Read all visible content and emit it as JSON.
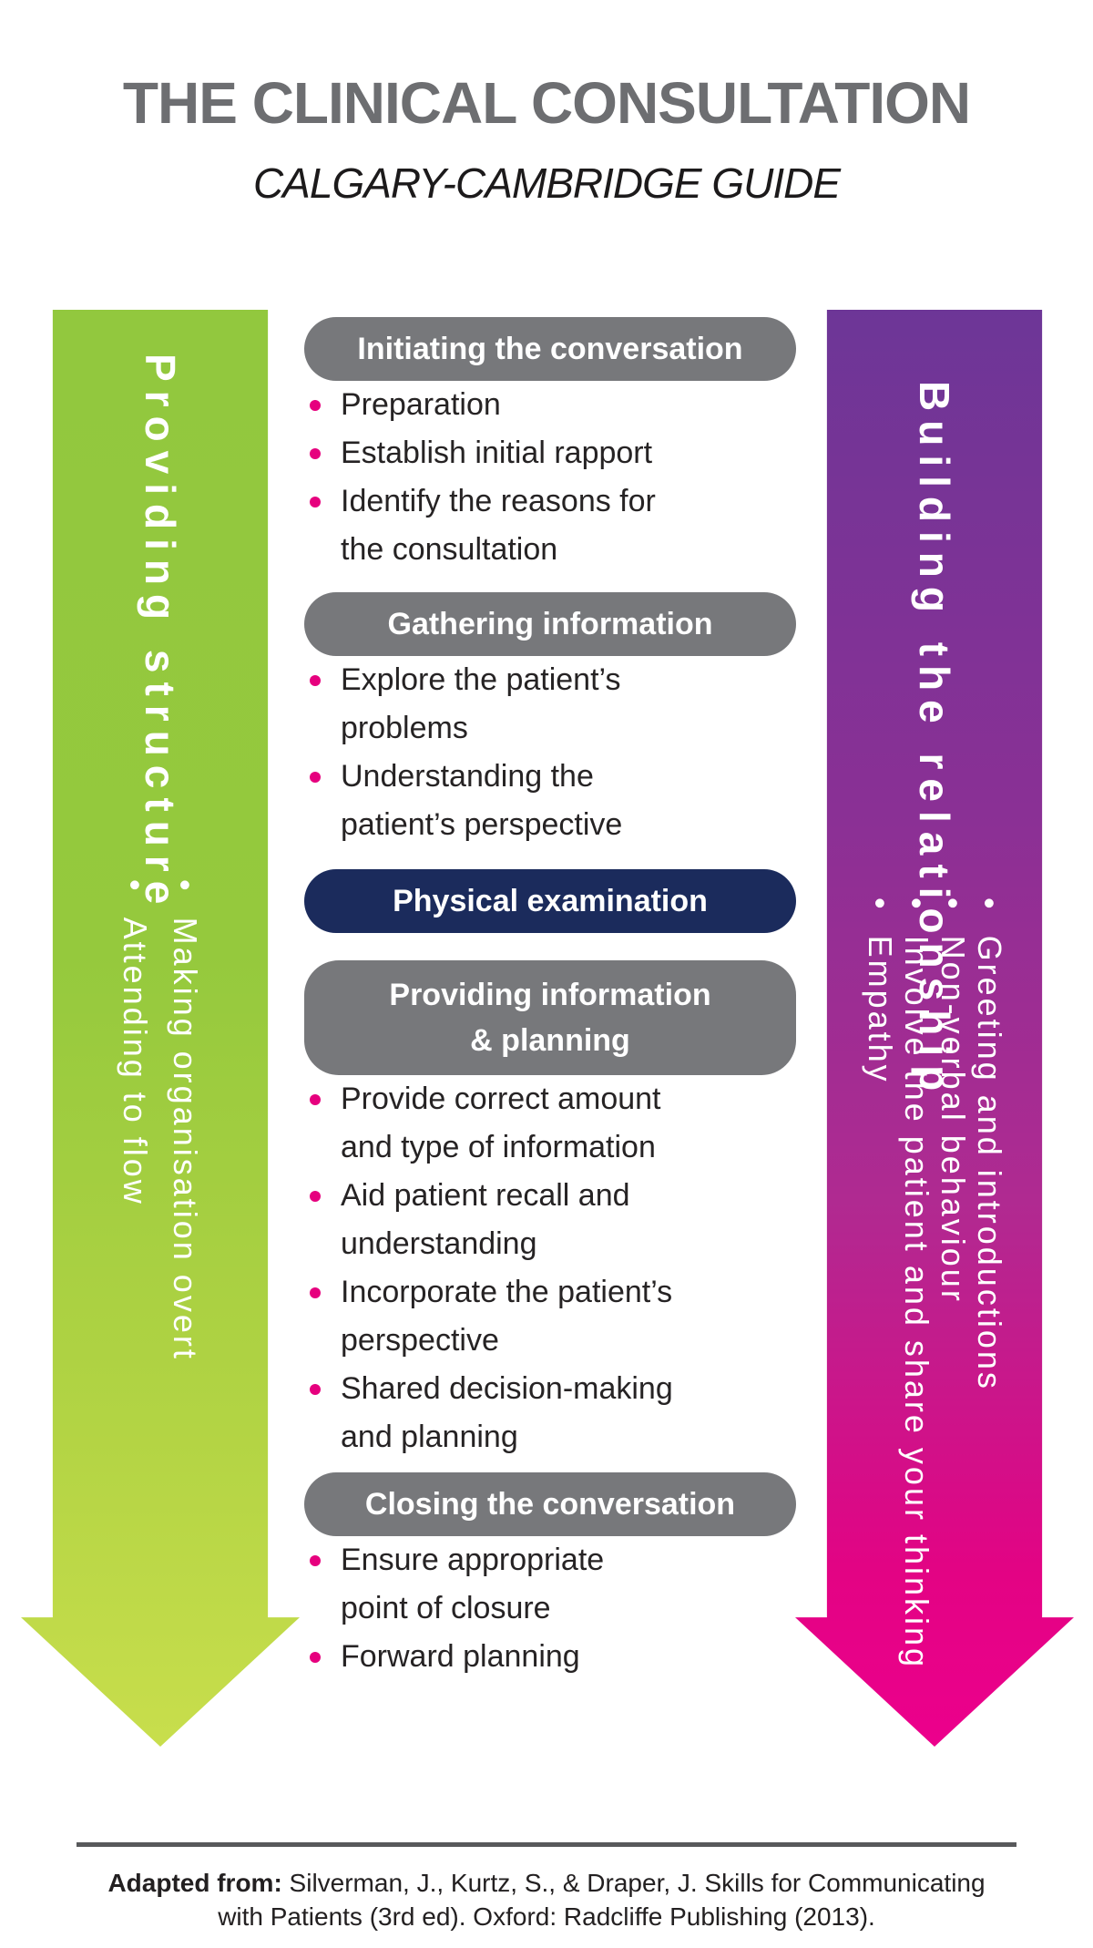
{
  "page": {
    "title": "THE CLINICAL CONSULTATION",
    "subtitle": "CALGARY-CAMBRIDGE GUIDE"
  },
  "left_arrow": {
    "title": "Providing structure",
    "bullets": [
      "Making organisation overt",
      "Attending to flow"
    ],
    "color_top": "#92c83e",
    "color_bottom": "#c8de4c"
  },
  "right_arrow": {
    "title": "Building the relationship",
    "bullets": [
      "Greeting and introductions",
      "Non-verbal behaviour",
      "Involve the patient and share your thinking",
      "Empathy"
    ],
    "color_top": "#6d3697",
    "color_bottom": "#ec008c"
  },
  "sections": [
    {
      "header": "Initiating the conversation",
      "style": "gray",
      "bullets": [
        "Preparation",
        "Establish initial rapport",
        "Identify the reasons for the consultation"
      ]
    },
    {
      "header": "Gathering information",
      "style": "gray",
      "bullets": [
        "Explore the patient’s problems",
        "Understanding the patient’s perspective"
      ]
    },
    {
      "header": "Physical examination",
      "style": "navy",
      "bullets": []
    },
    {
      "header": "Providing information & planning",
      "style": "gray",
      "bullets": [
        "Provide correct amount and type of information",
        "Aid patient recall and understanding",
        "Incorporate the patient’s perspective",
        "Shared decision-making and planning"
      ]
    },
    {
      "header": "Closing the conversation",
      "style": "gray",
      "bullets": [
        "Ensure appropriate point of closure",
        "Forward planning"
      ]
    }
  ],
  "footer": {
    "label": "Adapted from:",
    "citation": " Silverman, J., Kurtz, S., & Draper, J. Skills for Communicating with Patients (3rd ed). Oxford: Radcliffe Publishing (2013)."
  },
  "colors": {
    "gray_pill": "#77787b",
    "navy_pill": "#1b2b5c",
    "bullet_dot": "#e6007e",
    "title_gray": "#6d6e71",
    "body_text": "#262324"
  }
}
